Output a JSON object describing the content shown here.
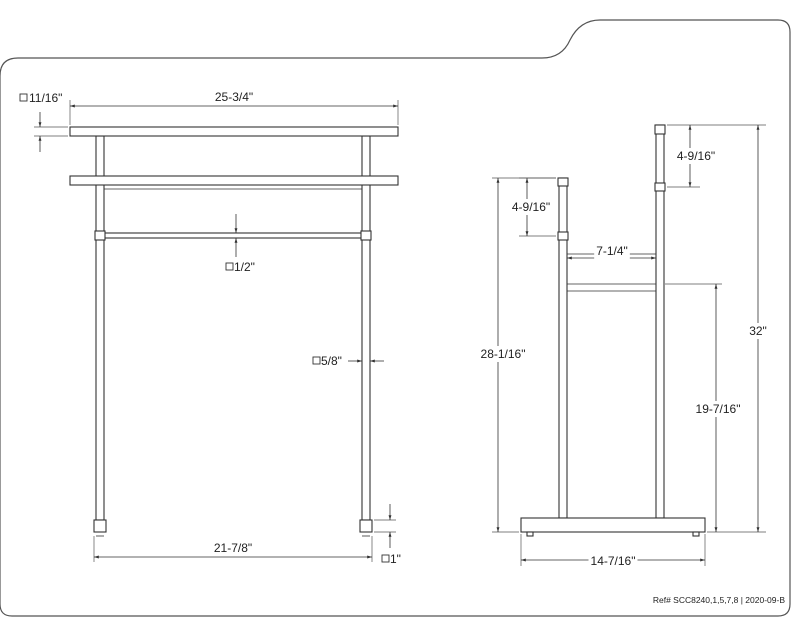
{
  "dimensions": {
    "top_bar_square": "11/16\"",
    "overall_width": "25-3/4\"",
    "lower_rod_square": "1/2\"",
    "post_square": "5/8\"",
    "foot_square": "1\"",
    "leg_span": "21-7/8\"",
    "front_rail_drop": "4-9/16\"",
    "rear_rail_drop": "4-9/16\"",
    "rail_depth": "7-1/4\"",
    "front_height": "28-1/16\"",
    "overall_height": "32\"",
    "rod_height": "19-7/16\"",
    "base_depth": "14-7/16\""
  },
  "reference": "Ref# SCC8240,1,5,7,8 | 2020-09-B"
}
